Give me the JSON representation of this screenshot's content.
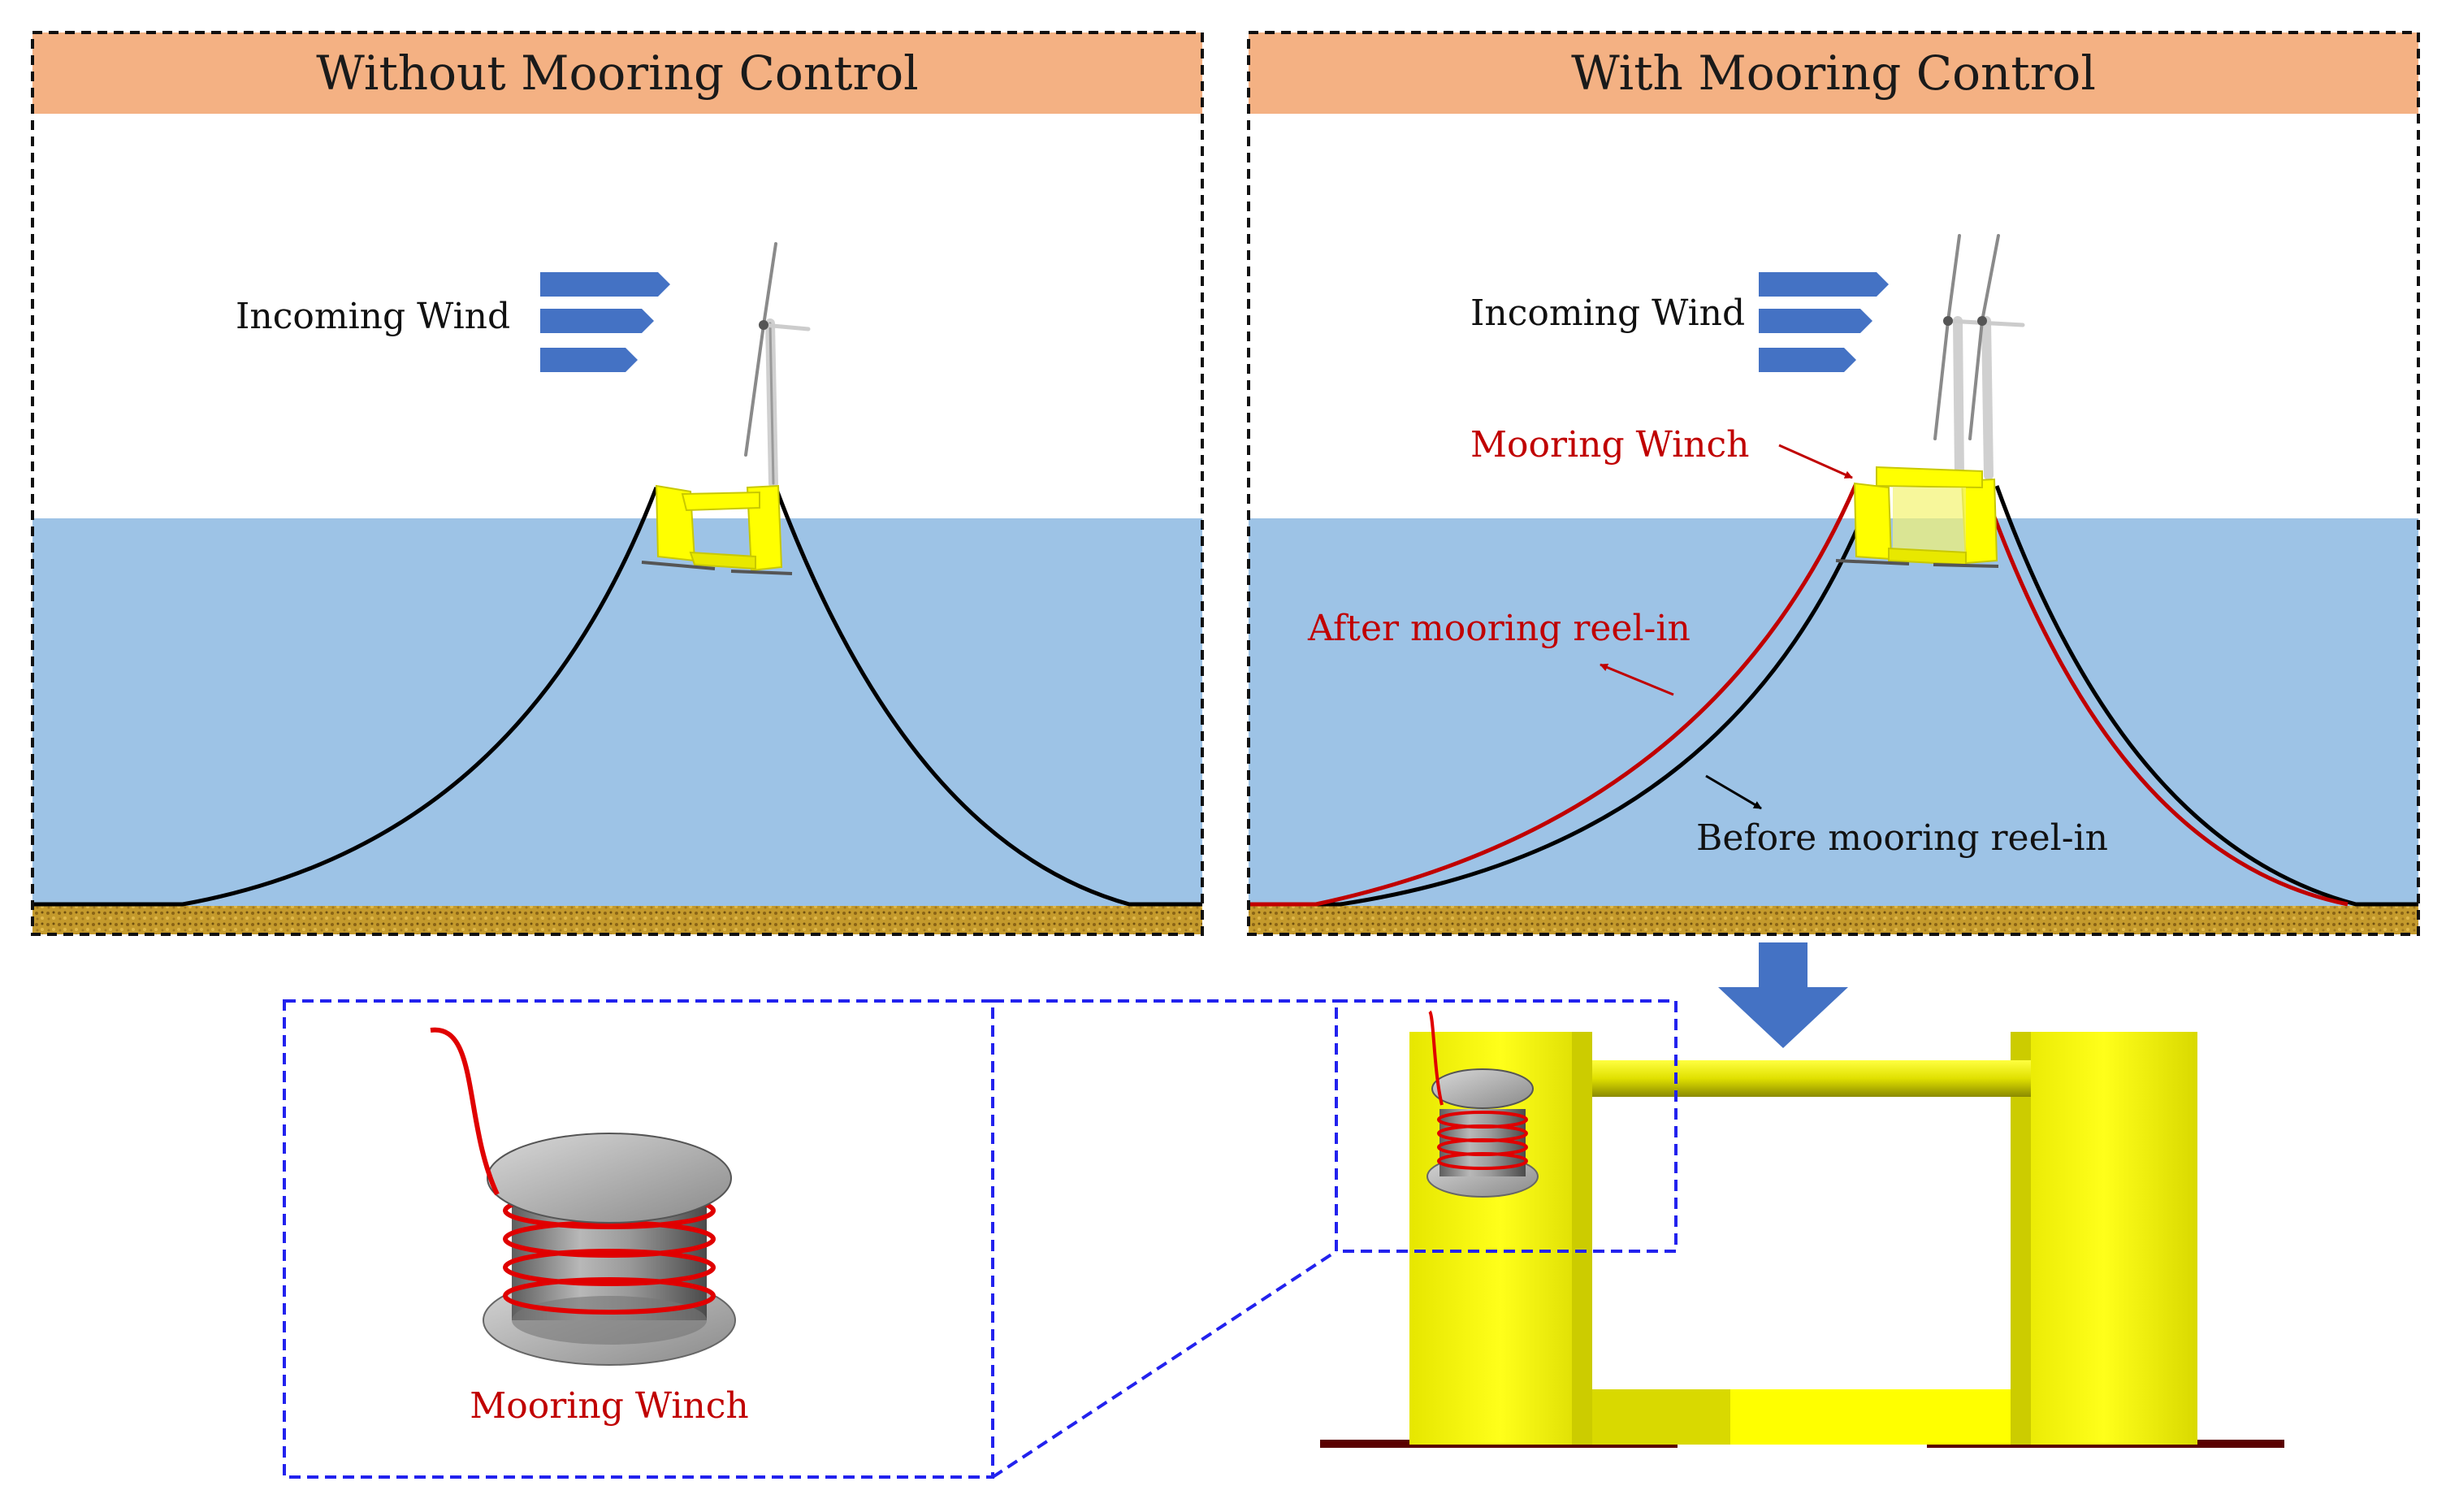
{
  "panels": {
    "left": {
      "title": "Without Mooring Control",
      "wind_label": "Incoming Wind"
    },
    "right": {
      "title": "With Mooring Control",
      "wind_label": "Incoming Wind",
      "winch_label": "Mooring Winch",
      "after_label": "After mooring reel-in",
      "before_label": "Before mooring reel-in"
    }
  },
  "detail": {
    "winch_label": "Mooring Winch"
  },
  "colors": {
    "header": "#f4b183",
    "water": "#9dc3e6",
    "seabed": "#c49a2c",
    "platform": "#ffff00",
    "mooring_before": "#000000",
    "mooring_after": "#c00000",
    "wind_arrow": "#4472c4",
    "callout_border": "#2222ee",
    "drum": "#8c8c8c"
  },
  "icons": [
    "wind-arrow-icon",
    "wind-turbine-icon",
    "winch-drum-icon",
    "down-arrow-icon"
  ]
}
